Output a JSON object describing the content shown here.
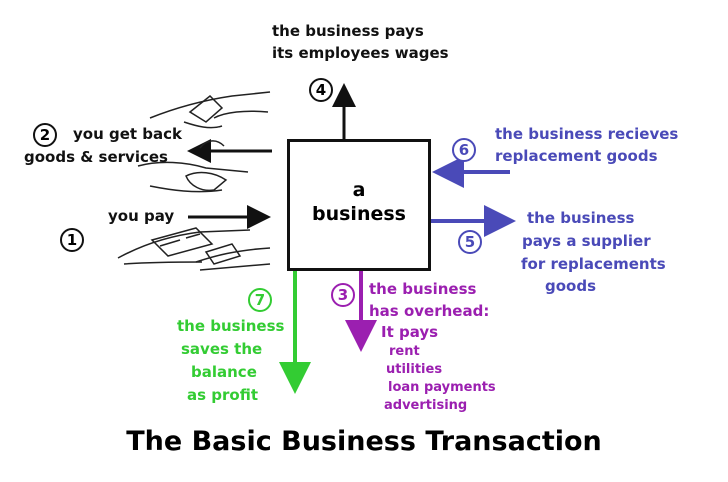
{
  "center_box": {
    "line1": "a",
    "line2": "business"
  },
  "step1": {
    "number": "1",
    "text": "you pay"
  },
  "step2": {
    "number": "2",
    "line1": "you get back",
    "line2": "goods & services"
  },
  "step3": {
    "number": "3",
    "line1": "the business",
    "line2": "has overhead:",
    "line3": "It pays",
    "items": [
      "rent",
      "utilities",
      "loan payments",
      "advertising"
    ]
  },
  "step4": {
    "number": "4",
    "line1": "the business pays",
    "line2": "its employees wages"
  },
  "step5": {
    "number": "5",
    "line1": "the business",
    "line2": "pays a supplier",
    "line3": "for replacements",
    "line4": "goods"
  },
  "step6": {
    "number": "6",
    "line1": "the business recieves",
    "line2": "replacement goods"
  },
  "step7": {
    "number": "7",
    "line1": "the business",
    "line2": "saves  the",
    "line3": "balance",
    "line4": "as profit"
  },
  "title": "The Basic Business Transaction",
  "colors": {
    "black": "#111111",
    "blue": "#4a4ab8",
    "purple": "#9b1fb0",
    "green": "#33cc33"
  }
}
